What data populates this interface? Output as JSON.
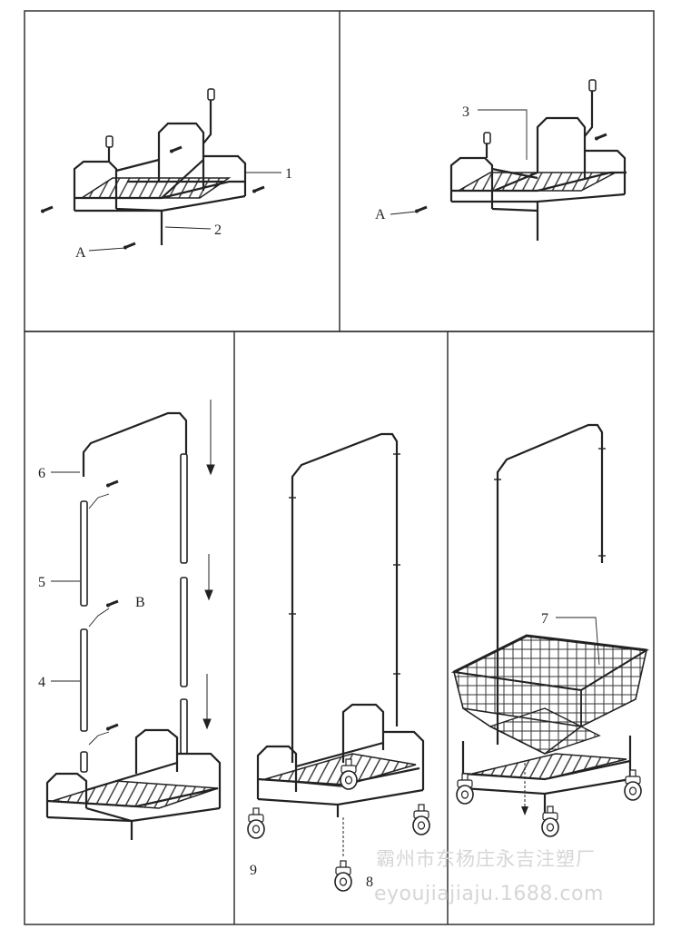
{
  "step1": {
    "labels": {
      "part1": "1",
      "part2": "2",
      "screwA": "A"
    }
  },
  "step2": {
    "labels": {
      "part3": "3",
      "screwA": "A"
    }
  },
  "step3": {
    "labels": {
      "part6": "6",
      "part5": "5",
      "part4": "4",
      "screwB": "B"
    }
  },
  "step4": {
    "labels": {
      "part9": "9",
      "part8": "8"
    }
  },
  "step5": {
    "labels": {
      "part7": "7"
    }
  },
  "watermark": {
    "company": "霸州市东杨庄永吉注塑厂",
    "url": "eyoujiajiaju.1688.com"
  },
  "colors": {
    "line": "#222222",
    "panel_border": "#333333",
    "watermark": "#d6d6d6"
  }
}
